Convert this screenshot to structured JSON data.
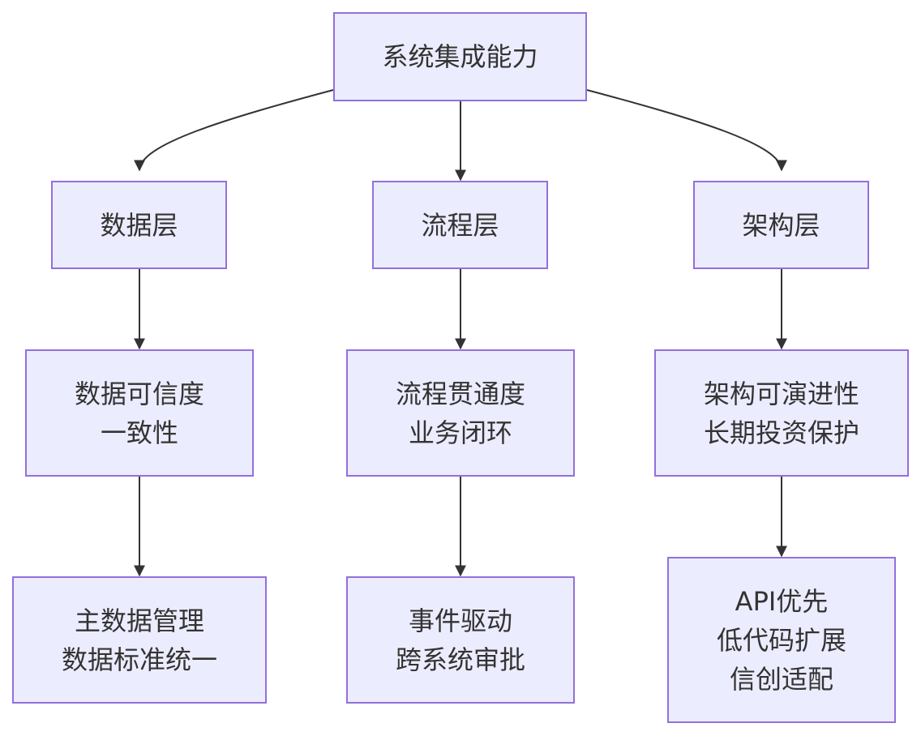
{
  "diagram": {
    "colors": {
      "node_fill": "#ECECFF",
      "node_border": "#9370DB",
      "edge": "#333333",
      "text": "#333333"
    },
    "nodes": {
      "root": {
        "lines": [
          "系统集成能力"
        ]
      },
      "data_layer": {
        "lines": [
          "数据层"
        ]
      },
      "process_layer": {
        "lines": [
          "流程层"
        ]
      },
      "architecture_layer": {
        "lines": [
          "架构层"
        ]
      },
      "data_credibility": {
        "lines": [
          "数据可信度",
          "一致性"
        ]
      },
      "process_connectivity": {
        "lines": [
          "流程贯通度",
          "业务闭环"
        ]
      },
      "architecture_evolvability": {
        "lines": [
          "架构可演进性",
          "长期投资保护"
        ]
      },
      "master_data": {
        "lines": [
          "主数据管理",
          "数据标准统一"
        ]
      },
      "event_driven": {
        "lines": [
          "事件驱动",
          "跨系统审批"
        ]
      },
      "api_first": {
        "lines": [
          "API优先",
          "低代码扩展",
          "信创适配"
        ]
      }
    },
    "edges": [
      {
        "from": "root",
        "to": "data_layer"
      },
      {
        "from": "root",
        "to": "process_layer"
      },
      {
        "from": "root",
        "to": "architecture_layer"
      },
      {
        "from": "data_layer",
        "to": "data_credibility"
      },
      {
        "from": "process_layer",
        "to": "process_connectivity"
      },
      {
        "from": "architecture_layer",
        "to": "architecture_evolvability"
      },
      {
        "from": "data_credibility",
        "to": "master_data"
      },
      {
        "from": "process_connectivity",
        "to": "event_driven"
      },
      {
        "from": "architecture_evolvability",
        "to": "api_first"
      }
    ]
  }
}
